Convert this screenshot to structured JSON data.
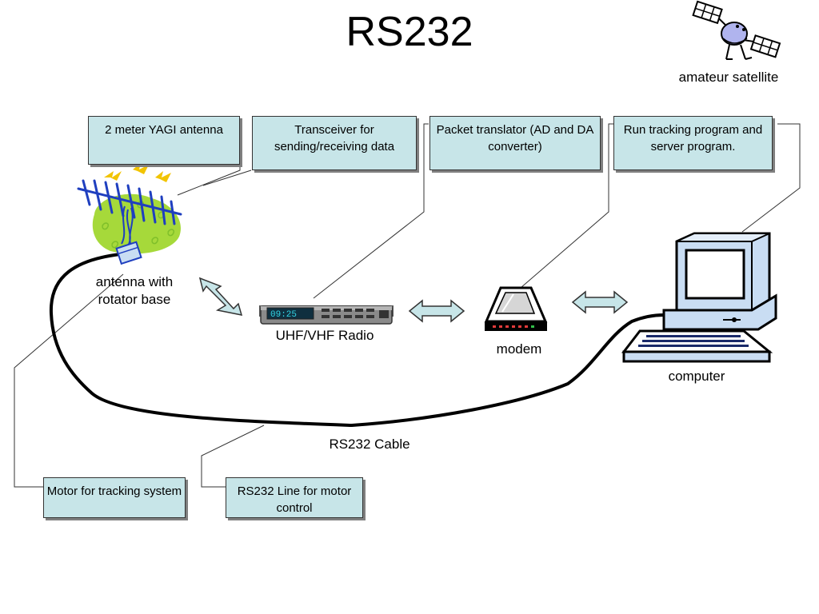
{
  "title": "RS232",
  "labels": {
    "satellite": "amateur satellite",
    "antenna": "antenna with rotator base",
    "radio": "UHF/VHF Radio",
    "modem": "modem",
    "computer": "computer",
    "cable": "RS232 Cable"
  },
  "boxes": {
    "yagi": "2 meter YAGI antenna",
    "transceiver": "Transceiver for sending/receiving data",
    "packet": "Packet translator (AD and DA converter)",
    "tracking": "Run tracking program and server program.",
    "motor": "Motor for tracking system",
    "rs232_line": "RS232 Line for motor control"
  },
  "radio_display": "09:25",
  "colors": {
    "box_fill": "#c7e5e8",
    "arrow_fill": "#c7e5e8",
    "antenna_blob": "#a6d93a",
    "antenna_blue": "#1f3fbf",
    "spark": "#f2c400",
    "computer_fill": "#c9ddf3",
    "satellite_body": "#b0b4ee"
  }
}
